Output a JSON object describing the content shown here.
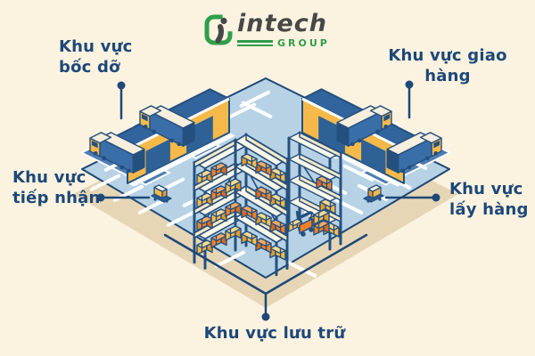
{
  "page": {
    "background": "#fbf2e0"
  },
  "logo": {
    "brand": "intech",
    "suffix": "GROUP"
  },
  "labels": {
    "unloading": "Khu vực\nbốc dỡ",
    "delivery": "Khu vực giao hàng",
    "receiving": "Khu vực\ntiếp nhận",
    "picking": "Khu vực\nlấy hàng",
    "storage": "Khu vực lưu trữ"
  },
  "colors": {
    "background": "#fbf2e0",
    "label_navy": "#1d4878",
    "outline_navy": "#24507f",
    "floor_blue": "#b7d2e5",
    "dock_blue": "#4d7db3",
    "roof_blue": "#31639c",
    "wall_yellow": "#f5b94a",
    "box_orange": "#f08127",
    "platform_tan": "#e6d6b6",
    "logo_green": "#2f9e49",
    "logo_gray": "#474747"
  },
  "illustration": {
    "icons": [
      "warehouse-floor-icon",
      "loading-dock-icon",
      "truck-icon",
      "storage-rack-icon",
      "box-icon",
      "forklift-icon",
      "pallet-truck-icon"
    ]
  }
}
